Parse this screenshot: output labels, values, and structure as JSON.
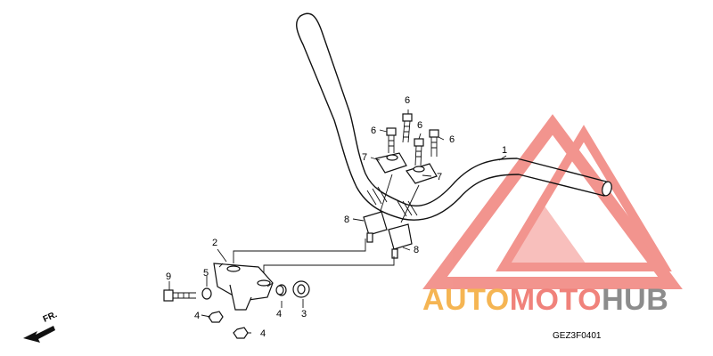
{
  "callouts": {
    "c1": "1",
    "c2": "2",
    "c3": "3",
    "c4a": "4",
    "c4b": "4",
    "c4c": "4",
    "c5": "5",
    "c6a": "6",
    "c6b": "6",
    "c6c": "6",
    "c6d": "6",
    "c7a": "7",
    "c7b": "7",
    "c8a": "8",
    "c8b": "8",
    "c9": "9"
  },
  "direction_label": "FR.",
  "diagram_code": "GEZ3F0401",
  "watermark": {
    "part1": "AUTO",
    "part2": "MOTO",
    "part3": "HUB",
    "color_orange": "#f5b553",
    "color_red": "#f0827b",
    "color_gray": "#8c8c8c"
  }
}
